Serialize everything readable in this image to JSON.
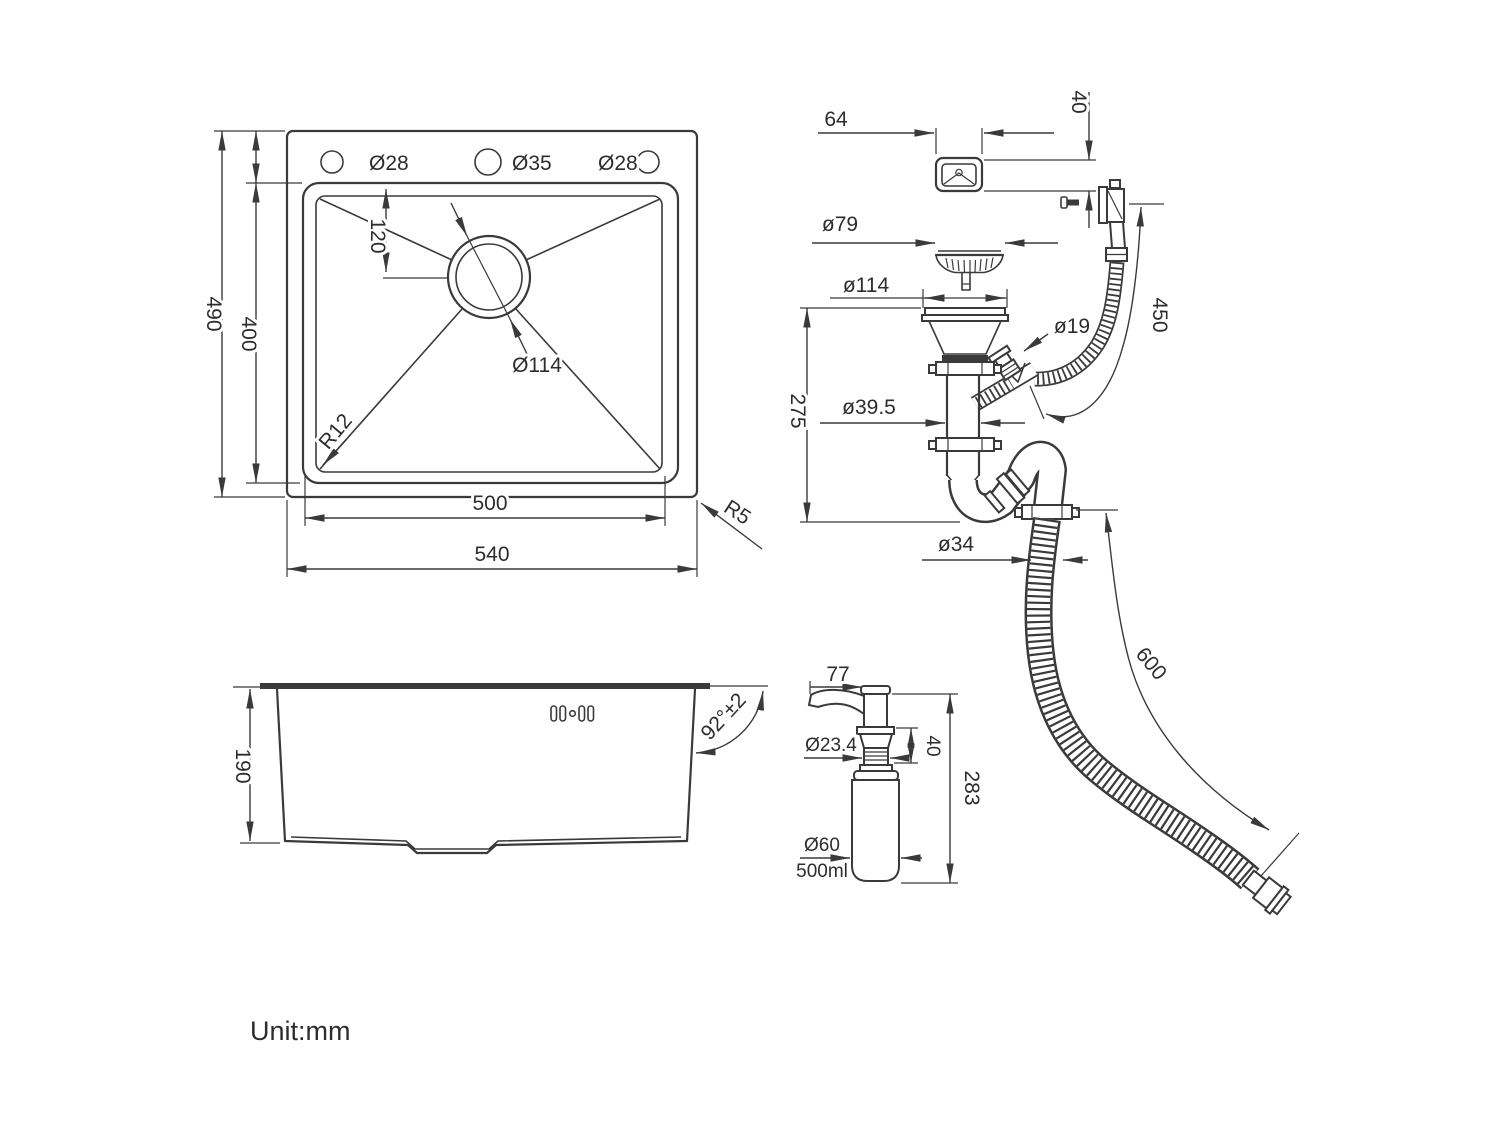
{
  "drawing": {
    "footer": {
      "unit_label": "Unit:mm"
    },
    "top_view": {
      "hole_left": "Ø28",
      "hole_center": "Ø35",
      "hole_right": "Ø28",
      "drain_diameter": "Ø114",
      "inner_corner_radius": "R12",
      "outer_corner_radius": "R5",
      "inner_width": "500",
      "overall_width": "540",
      "overall_depth": "490",
      "inner_depth": "400",
      "drain_offset": "120"
    },
    "side_view": {
      "bowl_depth": "190",
      "wall_angle": "92°±2"
    },
    "drain_kit": {
      "overflow_cover_width": "64",
      "overflow_cover_height": "40",
      "basket_diameter": "ø79",
      "flange_diameter": "ø114",
      "assembly_height": "275",
      "tailpipe_diameter": "ø39.5",
      "overflow_hose_diameter": "ø19",
      "overflow_hose_length": "450",
      "drain_hose_diameter": "ø34",
      "drain_hose_length": "600"
    },
    "dispenser": {
      "spout_length": "77",
      "thread_diameter": "Ø23.4",
      "thread_height": "40",
      "total_height": "283",
      "bottle_diameter": "Ø60",
      "bottle_capacity": "500ml"
    }
  }
}
